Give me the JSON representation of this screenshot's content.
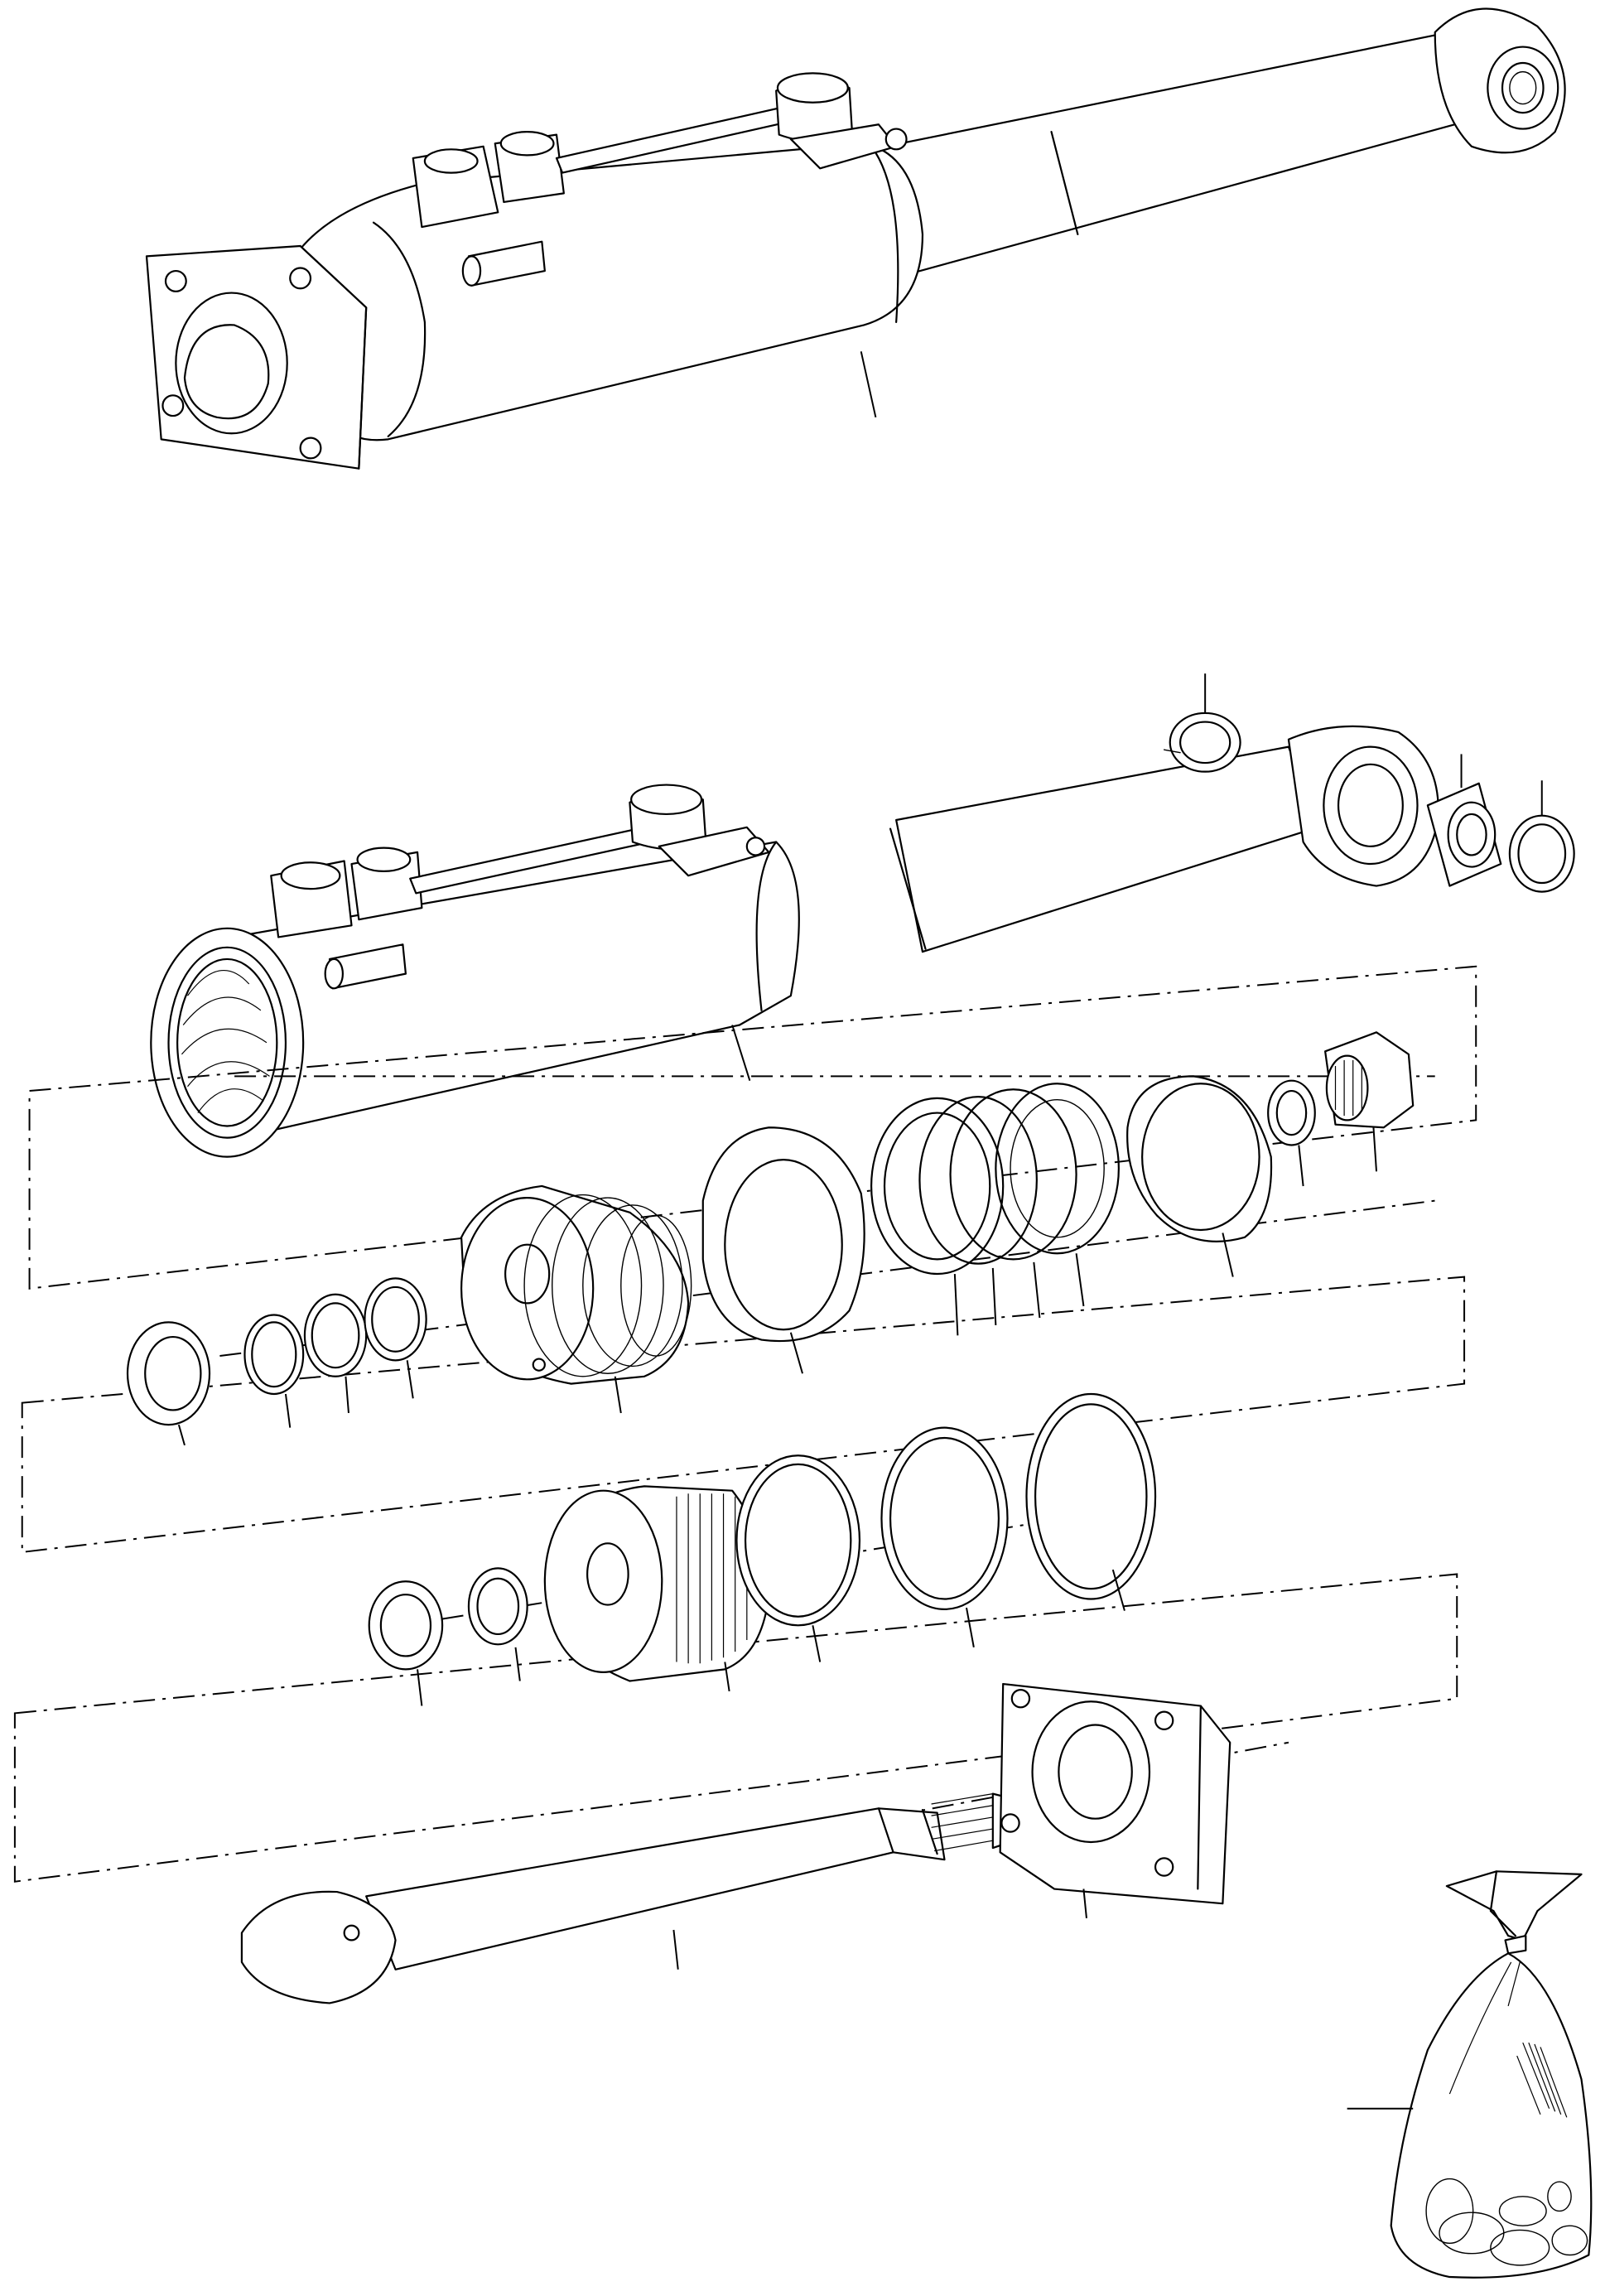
{
  "figure": {
    "type": "exploded parts diagram",
    "subject_icon": "hydraulic-cylinder-icon",
    "line_color": "#000000",
    "background_color": "#ffffff"
  },
  "assembled_view": {
    "icon": "hydraulic-cylinder-assembled-icon",
    "callout_count": 1
  },
  "exploded_view": {
    "icon": "hydraulic-cylinder-exploded-icon",
    "rows": [
      {
        "name": "cylinder-tube-row",
        "callout_count": 4,
        "icons": [
          "cylinder-tube-icon",
          "snap-ring-icon",
          "bushing-icon",
          "circlip-icon"
        ]
      },
      {
        "name": "seal-row-1",
        "callout_count": 7,
        "icons": [
          "guide-ring-icon",
          "seal-ring-icon",
          "bushing-icon",
          "nut-icon"
        ]
      },
      {
        "name": "seal-row-2",
        "callout_count": 5,
        "icons": [
          "wiper-ring-icon",
          "o-ring-icon",
          "piston-icon"
        ]
      },
      {
        "name": "seal-row-3",
        "callout_count": 6,
        "icons": [
          "wiper-ring-icon",
          "bushing-icon",
          "cylinder-head-icon",
          "o-ring-icon"
        ]
      },
      {
        "name": "piston-rod-row",
        "callout_count": 2,
        "icons": [
          "piston-rod-icon",
          "flange-cover-icon"
        ]
      }
    ]
  },
  "seal_kit": {
    "icon": "seal-kit-bag-icon",
    "callout_count": 1
  }
}
